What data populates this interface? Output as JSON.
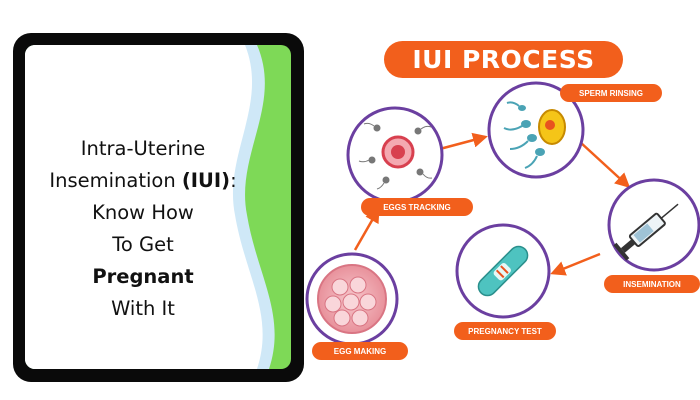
{
  "card": {
    "line1": "Intra-Uterine",
    "line2_prefix": "Insemination ",
    "line2_bold": "(IUI)",
    "line2_suffix": ":",
    "line3": "Know How",
    "line4": "To Get",
    "line5": "Pregnant",
    "line6": "With It"
  },
  "diagram": {
    "title": "IUI PROCESS",
    "steps": [
      {
        "label": "EGG MAKING",
        "icon": "egg-cells-icon"
      },
      {
        "label": "EGGS TRACKING",
        "icon": "egg-with-sperm-icon"
      },
      {
        "label": "SPERM RINSING",
        "icon": "sperm-rinsing-icon"
      },
      {
        "label": "INSEMINATION",
        "icon": "syringe-icon"
      },
      {
        "label": "PREGNANCY TEST",
        "icon": "pregnancy-test-icon"
      }
    ],
    "colors": {
      "accent": "#f25f1c",
      "circle_border": "#6b3fa0",
      "card_green": "#7ed957",
      "wave_blue": "#cfe8f7"
    }
  }
}
